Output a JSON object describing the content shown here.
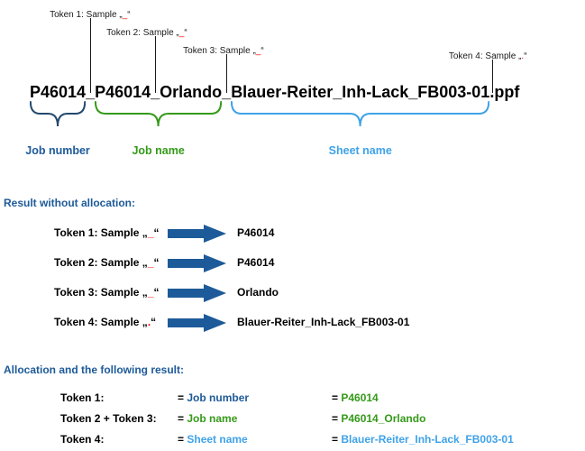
{
  "colors": {
    "dark_blue_text": "#1d5a99",
    "navy_brace": "#24496e",
    "green": "#359a1a",
    "light_blue": "#3fa2e8",
    "red_separator": "#ff0000",
    "arrow_blue": "#1d5a99"
  },
  "filename": {
    "token1": "P46014",
    "sep1": "_",
    "token2": "P46014",
    "sep2": "_",
    "token3": "Orlando",
    "sep3": "_",
    "token4": "Blauer-Reiter_Inh-Lack_FB003-01",
    "sep4": ".",
    "extension": "ppf"
  },
  "callouts": [
    {
      "prefix": "Token 1: Sample „",
      "sep": "_",
      "suffix": "“"
    },
    {
      "prefix": "Token 2: Sample „",
      "sep": "_",
      "suffix": "“"
    },
    {
      "prefix": "Token 3: Sample „",
      "sep": "_",
      "suffix": "“"
    },
    {
      "prefix": "Token 4: Sample „",
      "sep": ".",
      "suffix": "“"
    }
  ],
  "groups": {
    "job_number": "Job number",
    "job_name": "Job name",
    "sheet_name": "Sheet name"
  },
  "result": {
    "heading": "Result without allocation:",
    "rows": [
      {
        "prefix": "Token 1: Sample „",
        "sep": "_",
        "suffix": "“",
        "value": "P46014"
      },
      {
        "prefix": "Token 2: Sample „",
        "sep": "_",
        "suffix": "“",
        "value": "P46014"
      },
      {
        "prefix": "Token 3: Sample „",
        "sep": "_",
        "suffix": "“",
        "value": "Orlando"
      },
      {
        "prefix": "Token 4: Sample „",
        "sep": ".",
        "suffix": "“",
        "value": "Blauer-Reiter_Inh-Lack_FB003-01"
      }
    ]
  },
  "allocation": {
    "heading": "Allocation and the following result:",
    "equals": "=",
    "rows": [
      {
        "token": "Token 1:",
        "field": "Job number",
        "value": "P46014"
      },
      {
        "token": "Token 2 + Token 3:",
        "field": "Job name",
        "value": "P46014_Orlando"
      },
      {
        "token": "Token 4:",
        "field": "Sheet name",
        "value": "Blauer-Reiter_Inh-Lack_FB003-01"
      }
    ]
  }
}
